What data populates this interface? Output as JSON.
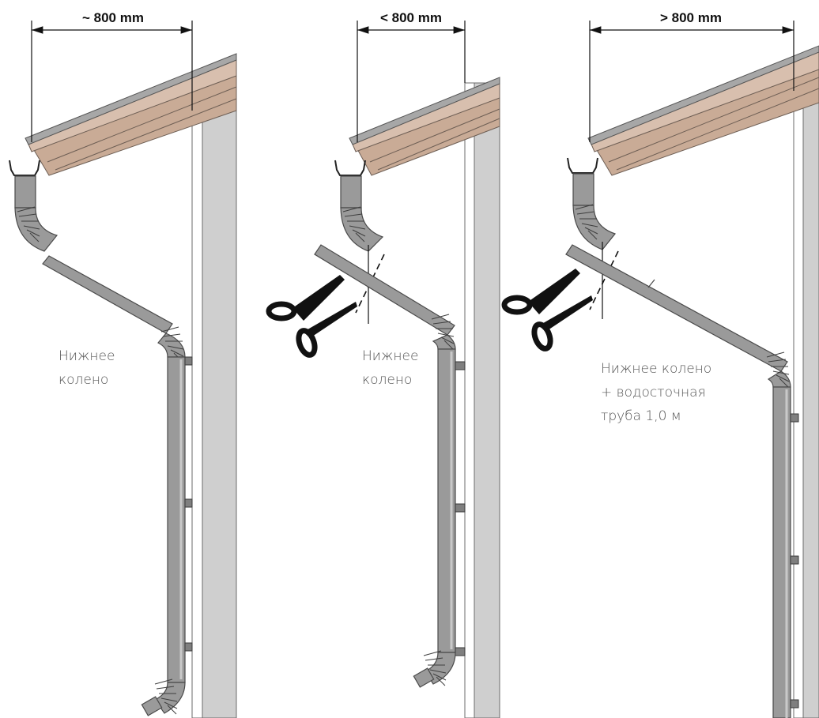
{
  "panels": [
    {
      "id": "approx",
      "dimension_label": "~ 800 mm",
      "caption_lines": [
        "Нижнее",
        "колено"
      ],
      "shows_cut": false
    },
    {
      "id": "less",
      "dimension_label": "< 800 mm",
      "caption_lines": [
        "Нижнее",
        "колено"
      ],
      "shows_cut": true
    },
    {
      "id": "more",
      "dimension_label": "> 800 mm",
      "caption_lines": [
        "Нижнее колено",
        "+ водосточная",
        "труба 1,0 м"
      ],
      "shows_cut": true
    }
  ],
  "colors": {
    "roof": "#d8bfae",
    "pipe": "#9a9a9a",
    "wall": "#cfcfcf"
  },
  "icons": [
    "scissors-icon",
    "dimension-arrow-icon"
  ]
}
